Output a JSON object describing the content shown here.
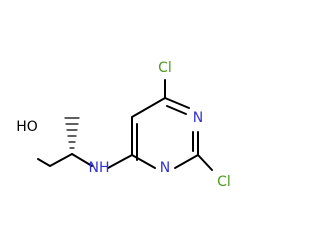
{
  "colors": {
    "bond": "#000000",
    "carbon": "#000000",
    "nitrogen": "#3333cc",
    "chlorine": "#4c9a1d",
    "oxygen": "#000000"
  },
  "molecule": {
    "atoms": {
      "o1": "HO",
      "n_amine": "NH",
      "n_ring_3": "N",
      "n_ring_1": "N",
      "cl_top": "Cl",
      "cl_right": "Cl"
    },
    "stereocenter": "wedge-hash"
  }
}
